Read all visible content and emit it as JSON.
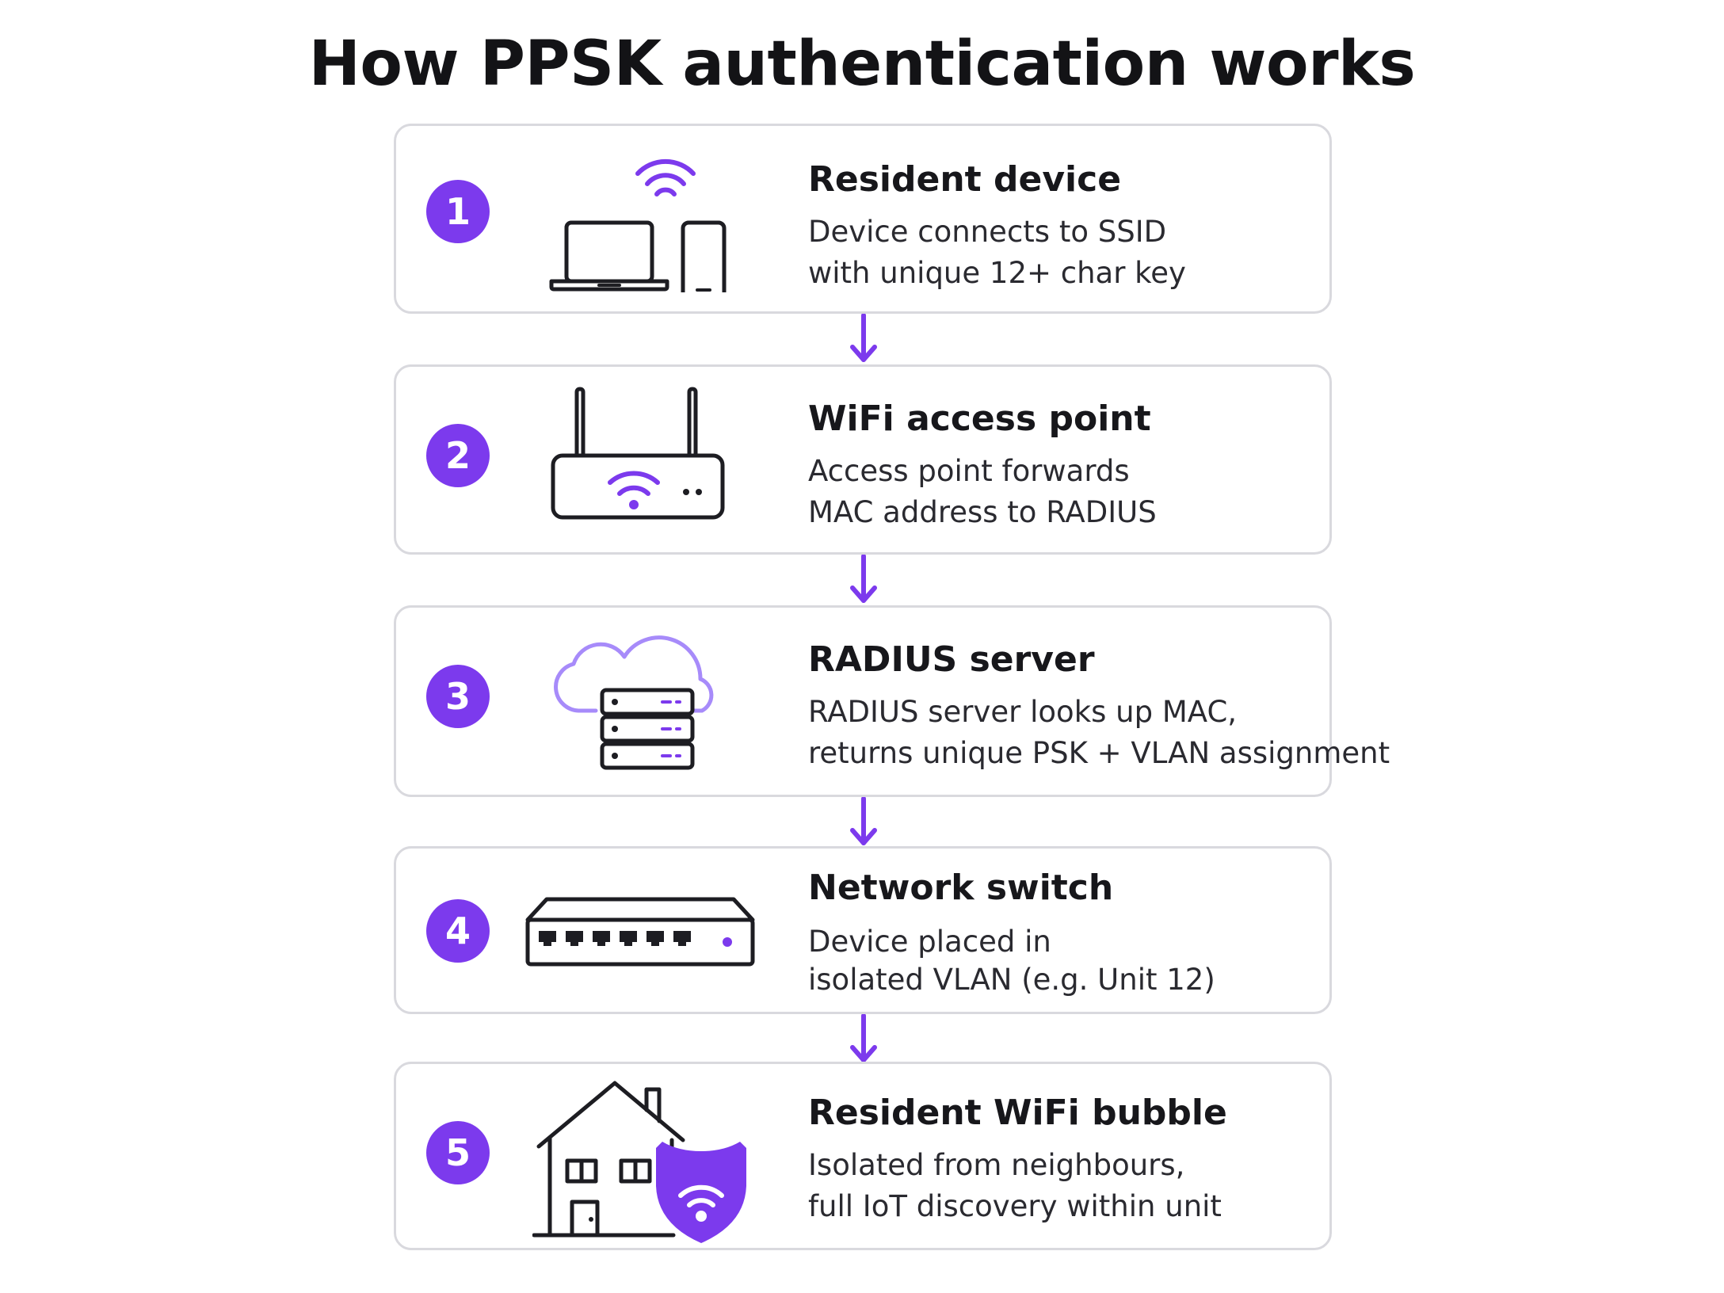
{
  "title": "How PPSK authentication works",
  "colors": {
    "accent": "#7c3aed",
    "accent_light": "#a78bfa",
    "border": "#d9d9de",
    "ink": "#1d1d22"
  },
  "steps": [
    {
      "number": "1",
      "title": "Resident device",
      "desc_line1": "Device connects to SSID",
      "desc_line2": "with unique 12+ char key",
      "icon": "laptop-phone-wifi-icon"
    },
    {
      "number": "2",
      "title": "WiFi access point",
      "desc_line1": "Access point forwards",
      "desc_line2": "MAC address to RADIUS",
      "icon": "router-icon"
    },
    {
      "number": "3",
      "title": "RADIUS server",
      "desc_line1": "RADIUS server looks up MAC,",
      "desc_line2": "returns unique PSK + VLAN assignment",
      "icon": "cloud-server-icon"
    },
    {
      "number": "4",
      "title": "Network switch",
      "desc_line1": "Device placed in",
      "desc_line2": "isolated VLAN (e.g. Unit 12)",
      "icon": "network-switch-icon"
    },
    {
      "number": "5",
      "title": "Resident WiFi bubble",
      "desc_line1": "Isolated from neighbours,",
      "desc_line2": "full IoT discovery within unit",
      "icon": "house-shield-wifi-icon"
    }
  ]
}
